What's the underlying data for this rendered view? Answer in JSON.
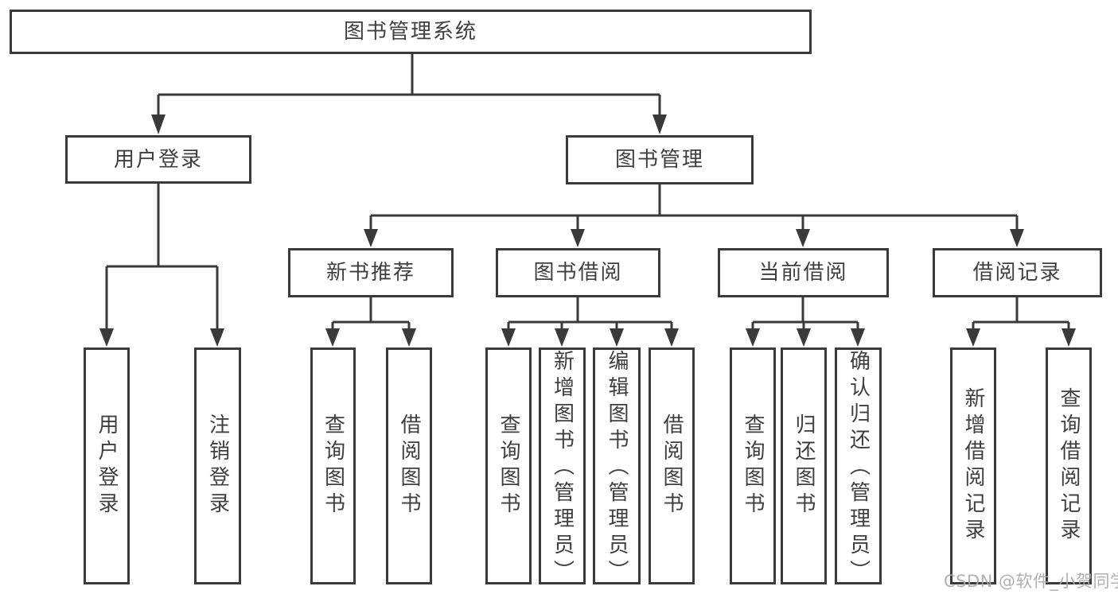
{
  "diagram": {
    "root": {
      "label": "图书管理系统"
    },
    "branches": [
      {
        "label": "用户登录",
        "children": [
          {
            "label": "用户登录"
          },
          {
            "label": "注销登录"
          }
        ]
      },
      {
        "label": "图书管理",
        "children": [
          {
            "label": "新书推荐",
            "children": [
              {
                "label": "查询图书"
              },
              {
                "label": "借阅图书"
              }
            ]
          },
          {
            "label": "图书借阅",
            "children": [
              {
                "label": "查询图书"
              },
              {
                "label": "新增图书（管理员）"
              },
              {
                "label": "编辑图书（管理员）"
              },
              {
                "label": "借阅图书"
              }
            ]
          },
          {
            "label": "当前借阅",
            "children": [
              {
                "label": "查询图书"
              },
              {
                "label": "归还图书"
              },
              {
                "label": "确认归还（管理员）"
              }
            ]
          },
          {
            "label": "借阅记录",
            "children": [
              {
                "label": "新增借阅记录"
              },
              {
                "label": "查询借阅记录"
              }
            ]
          }
        ]
      }
    ],
    "colors": {
      "line": "#3a3a3a",
      "text": "#3f3f3f",
      "background": "#ffffff",
      "watermark": "#a8a8a8"
    }
  },
  "watermark": {
    "text": "CSDN @软件_小贺同学"
  }
}
